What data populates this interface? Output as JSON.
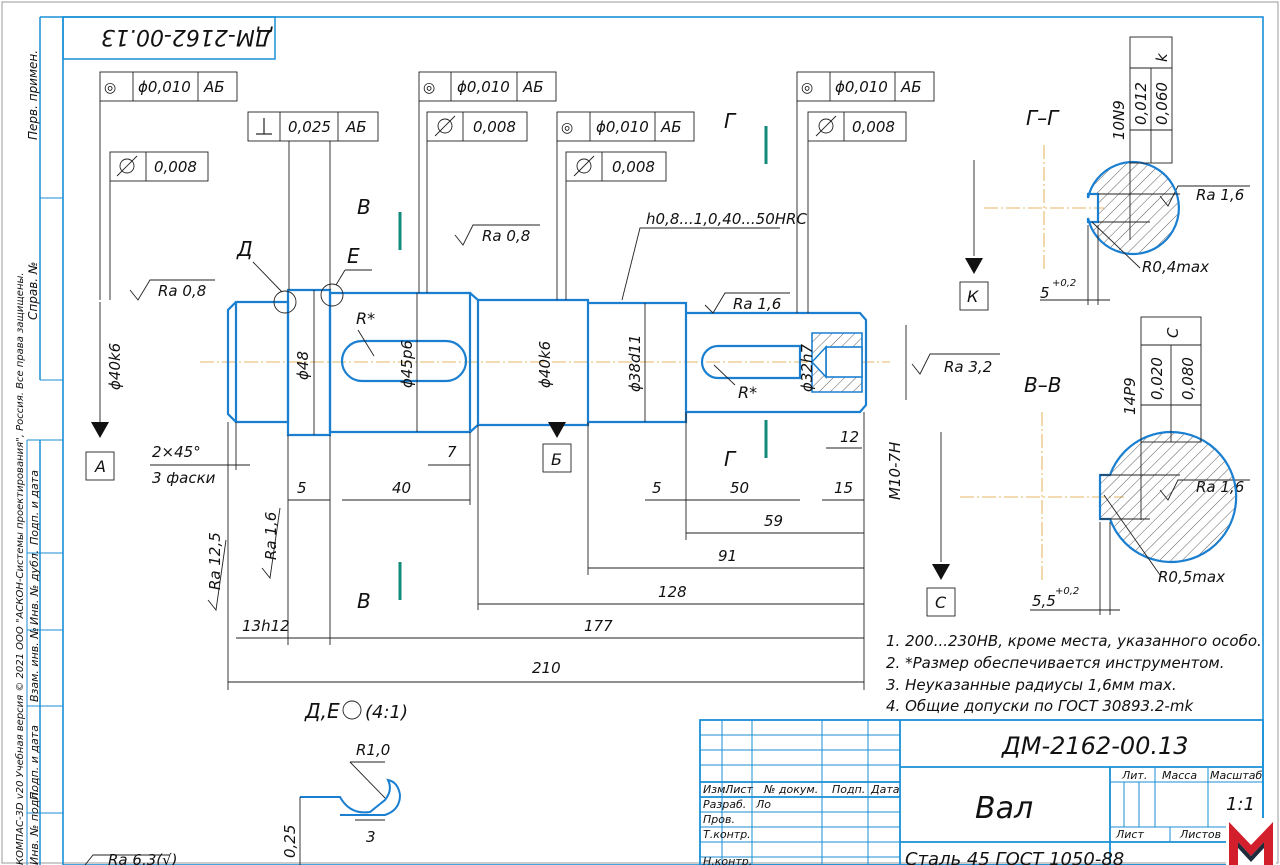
{
  "doc_code_rotated": "ДМ-2162-00.13",
  "side_labels": {
    "perv_primen": "Перв. примен.",
    "sprav": "Справ. №",
    "podp_data": "Подп. и дата",
    "inv_dubl": "Инв. № дубл.",
    "vzam_inv": "Взам. инв. №",
    "podp_data2": "Подп. и дата",
    "inv_podl": "Инв. № подл.",
    "copyright": "КОМПАС-3D v20 Учебная версия © 2021 ООО \"АСКОН-Системы проектирования\", Россия. Все права защищены."
  },
  "tolerance_frames": {
    "f1_sym": "◎",
    "f1_val": "ϕ0,010",
    "f1_base": "АБ",
    "f2_val": "0,008",
    "f3_val": "0,025",
    "f3_base": "АБ",
    "f4_sym": "◎",
    "f4_val": "ϕ0,010",
    "f4_base": "АБ",
    "f5_val": "0,008",
    "f6_sym": "◎",
    "f6_val": "ϕ0,010",
    "f6_base": "АБ",
    "f7_val": "0,008",
    "f8_sym": "◎",
    "f8_val": "ϕ0,010",
    "f8_base": "АБ",
    "f9_val": "0,008"
  },
  "roughness": {
    "r1": "Ra 0,8",
    "r2": "Ra 0,8",
    "r3": "Ra 1,6",
    "r4": "Ra 3,2",
    "r5": "Ra 12,5",
    "r6": "Ra 1,6",
    "r7": "Ra 1,6",
    "r8": "Ra 1,6",
    "r9": "Ra 6,3(√)"
  },
  "labels": {
    "D": "Д",
    "E": "Е",
    "V1": "В",
    "V2": "В",
    "G1": "Г",
    "G2": "Г",
    "A": "А",
    "B": "Б",
    "K": "К",
    "C": "С",
    "R1": "R*",
    "R2": "R*",
    "hardness": "h0,8...1,0,40...50HRC",
    "chamfer1": "2×45°",
    "chamfer2": "3 фаски"
  },
  "diameters": {
    "d40k6a": "ϕ40k6",
    "d48": "ϕ48",
    "d45p6": "ϕ45p6",
    "d40k6b": "ϕ40k6",
    "d38d11": "ϕ38d11",
    "d32h7": "ϕ32h7",
    "m10": "M10-7H"
  },
  "dimensions": {
    "d5a": "5",
    "d40": "40",
    "d7": "7",
    "d5b": "5",
    "d50": "50",
    "d12": "12",
    "d15": "15",
    "d59": "59",
    "d91": "91",
    "d128": "128",
    "d177": "177",
    "d210": "210",
    "d13h12": "13h12"
  },
  "section_gg": {
    "title": "Г–Г",
    "key": "10N9",
    "tol1": "0,012",
    "tol2": "0,060",
    "sym": "k",
    "r": "R0,4max",
    "depth": "5",
    "depth_tol": "+0,2"
  },
  "section_vv": {
    "title": "В–В",
    "key": "14P9",
    "tol1": "0,020",
    "tol2": "0,080",
    "sym": "С",
    "r": "R0,5max",
    "depth": "5,5",
    "depth_tol": "+0,2"
  },
  "detail": {
    "title": "Д,Е",
    "scale": "(4:1)",
    "r": "R1,0",
    "h": "0,25",
    "w": "3"
  },
  "notes": [
    "1. 200...230HB, кроме места, указанного особо.",
    "2. *Размер обеспечивается инструментом.",
    "3. Неуказанные радиусы 1,6мм max.",
    "4. Общие допуски по ГОСТ 30893.2-mk"
  ],
  "title_block": {
    "code": "ДМ-2162-00.13",
    "name": "Вал",
    "lit": "Лит.",
    "massa": "Масса",
    "masshtab": "Масштаб",
    "scale": "1:1",
    "izm": "Изм.",
    "list": "Лист",
    "ndokum": "№ докум.",
    "podp": "Подп.",
    "data": "Дата",
    "razrab": "Разраб.",
    "razrab_name": "Ло",
    "prov": "Пров.",
    "tkontr": "Т.контр.",
    "nkontr": "Н.контр.",
    "list2": "Лист",
    "listov": "Листов",
    "material": "Сталь 45 ГОСТ 1050-88"
  },
  "colors": {
    "frame": "#1a8fd6",
    "part": "#1a7fd0",
    "axis": "#e0a030",
    "cut_marker": "#108a7a",
    "logo": "#d21f2b"
  }
}
